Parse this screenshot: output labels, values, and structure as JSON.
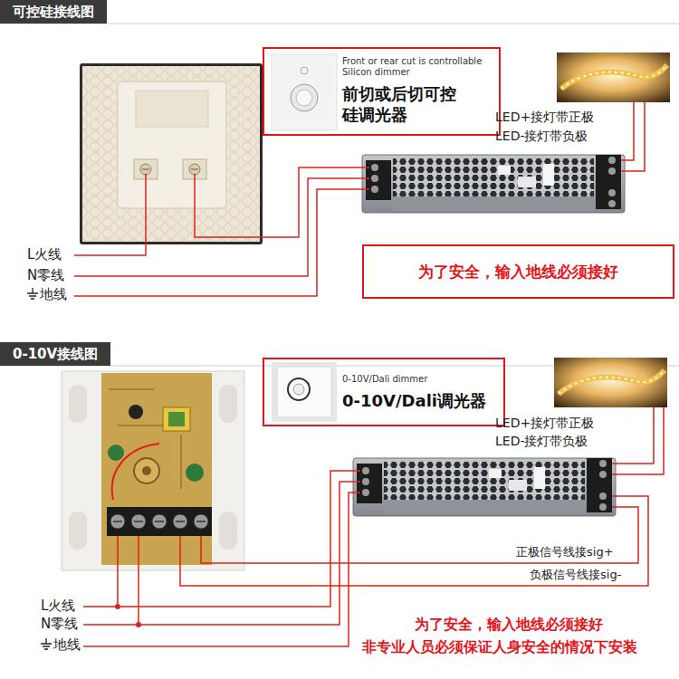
{
  "diagram": {
    "nodes": [
      {
        "text": [
          "可控硅接线图"
        ]
      },
      {
        "text": [
          "Front or rear cut is controllable Silicon dimmer",
          "前切或后切可控硅调光器"
        ]
      },
      {
        "text": [
          "为了安全，输入地线必须接好"
        ]
      },
      {
        "text": [
          "0-10V接线图"
        ]
      },
      {
        "text": [
          "0-10V/Dali dimmer",
          "0-10V/Dali调光器"
        ]
      }
    ],
    "labels": [
      "LED+接灯带正极",
      "LED-接灯带负极",
      "L火线",
      "N零线",
      "地线",
      "LED+接灯带正极",
      "LED-接灯带负极",
      "正极信号线接sig+",
      "负极信号线接sig-",
      "L火线",
      "N零线",
      "地线",
      "为了安全，输入地线必须接好",
      "非专业人员必须保证人身安全的情况下安装"
    ]
  }
}
